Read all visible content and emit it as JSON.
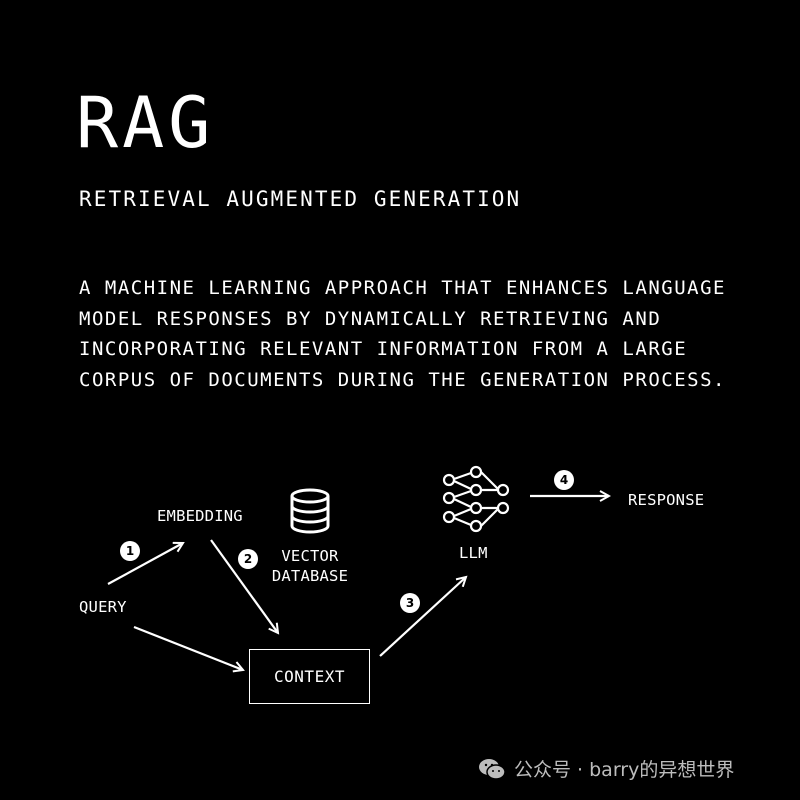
{
  "header": {
    "title": "RAG",
    "subtitle": "RETRIEVAL AUGMENTED GENERATION"
  },
  "description": {
    "lines": [
      "A MACHINE LEARNING APPROACH THAT ENHANCES LANGUAGE",
      "MODEL RESPONSES BY DYNAMICALLY RETRIEVING AND",
      "INCORPORATING RELEVANT INFORMATION FROM A LARGE",
      "CORPUS OF DOCUMENTS DURING THE GENERATION PROCESS."
    ]
  },
  "diagram": {
    "nodes": {
      "query": "QUERY",
      "embedding": "EMBEDDING",
      "vector_database_line1": "VECTOR",
      "vector_database_line2": "DATABASE",
      "context": "CONTEXT",
      "llm": "LLM",
      "response": "RESPONSE"
    },
    "steps": [
      "1",
      "2",
      "3",
      "4"
    ],
    "icons": {
      "database": "database-icon",
      "llm": "neural-network-icon"
    }
  },
  "watermark": {
    "text": "公众号 · barry的异想世界",
    "icon": "wechat-icon"
  },
  "colors": {
    "background": "#000000",
    "foreground": "#ffffff",
    "watermark": "#bdbdbd"
  }
}
